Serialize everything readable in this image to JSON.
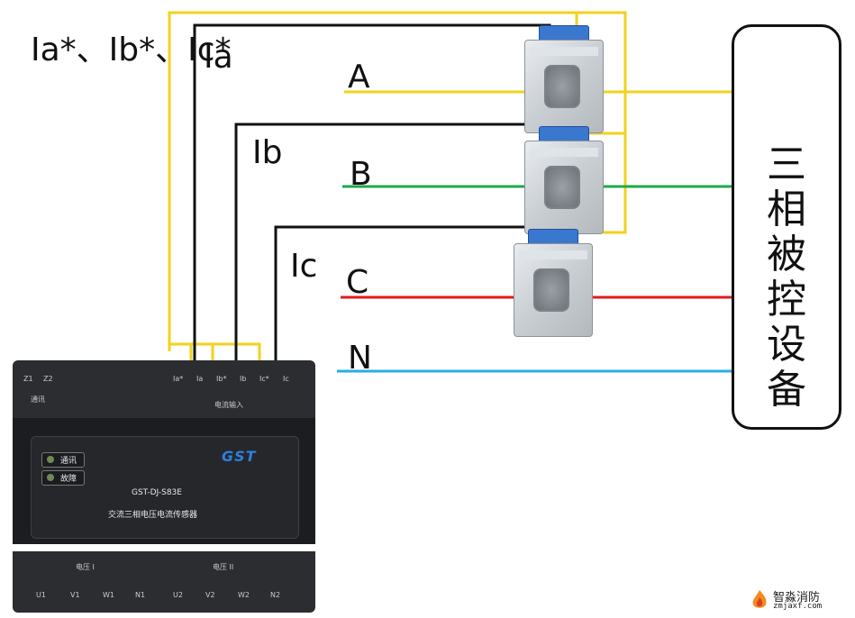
{
  "labels": {
    "ia_ib_ic": "Ia*、Ib*、Ic*",
    "ia": "Ia",
    "ib": "Ib",
    "ic": "Ic"
  },
  "phases": {
    "a": "A",
    "b": "B",
    "c": "C",
    "n": "N"
  },
  "device": {
    "text": "三\n相\n被\n控\n设\n备"
  },
  "module": {
    "terminal_top_left": [
      "Z1",
      "Z2"
    ],
    "comm_label": "通讯",
    "current_terminals": [
      "Ia*",
      "Ia",
      "Ib*",
      "Ib",
      "Ic*",
      "Ic"
    ],
    "current_input_label": "电流输入",
    "brand": "GST",
    "model": "GST-DJ-S83E",
    "name": "交流三相电压电流传感器",
    "led_comm": "通讯",
    "led_fault": "故障",
    "voltage1_label": "电压 I",
    "voltage2_label": "电压 II",
    "voltage_terminals": [
      "U1",
      "V1",
      "W1",
      "N1",
      "U2",
      "V2",
      "W2",
      "N2"
    ]
  },
  "watermark": {
    "name": "智淼消防",
    "url": "zmjaxf.com"
  },
  "colors": {
    "yellow": "#f2d21b",
    "black": "#111111",
    "green": "#1ea84a",
    "red": "#e01b1b",
    "blue": "#27aee6"
  }
}
